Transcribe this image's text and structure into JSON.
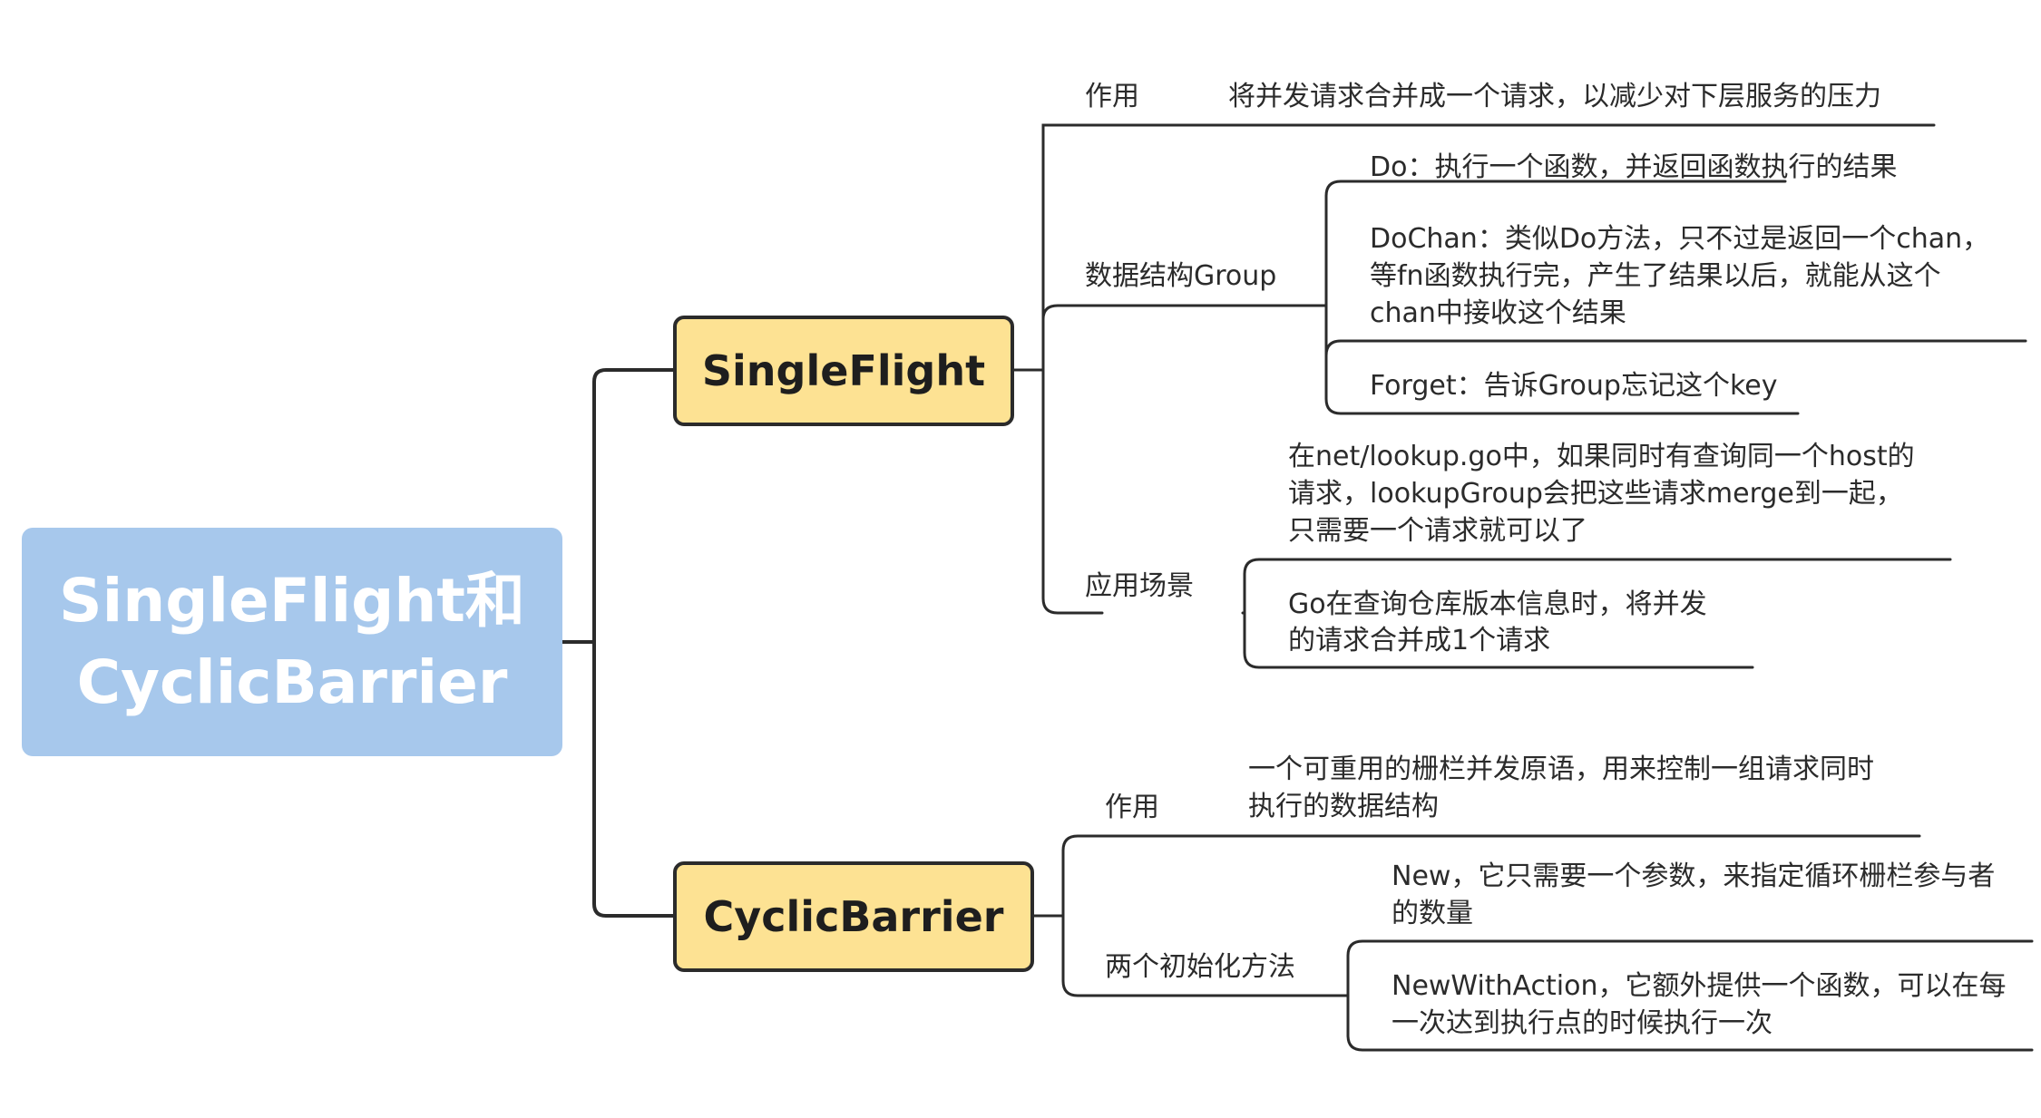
{
  "root": {
    "line1": "SingleFlight和",
    "line2": "CyclicBarrier"
  },
  "singleflight": {
    "title": "SingleFlight",
    "role": {
      "label": "作用",
      "text": "将并发请求合并成一个请求，以减少对下层服务的压力"
    },
    "group": {
      "label": "数据结构Group",
      "do": "Do：执行一个函数，并返回函数执行的结果",
      "dochan": [
        "DoChan：类似Do方法，只不过是返回一个chan，",
        "等fn函数执行完，产生了结果以后，就能从这个",
        "chan中接收这个结果"
      ],
      "forget": "Forget：告诉Group忘记这个key"
    },
    "usage": {
      "label": "应用场景",
      "net": [
        "在net/lookup.go中，如果同时有查询同一个host的",
        "请求，lookupGroup会把这些请求merge到一起，",
        "只需要一个请求就可以了"
      ],
      "go": [
        "Go在查询仓库版本信息时，将并发",
        "的请求合并成1个请求"
      ]
    }
  },
  "cyclicbarrier": {
    "title": "CyclicBarrier",
    "role": {
      "label": "作用",
      "text": [
        "一个可重用的栅栏并发原语，用来控制一组请求同时",
        "执行的数据结构"
      ]
    },
    "init": {
      "label": "两个初始化方法",
      "new": [
        "New，它只需要一个参数，来指定循环栅栏参与者",
        "的数量"
      ],
      "newwithaction": [
        "NewWithAction，它额外提供一个函数，可以在每",
        "一次达到执行点的时候执行一次"
      ]
    }
  }
}
